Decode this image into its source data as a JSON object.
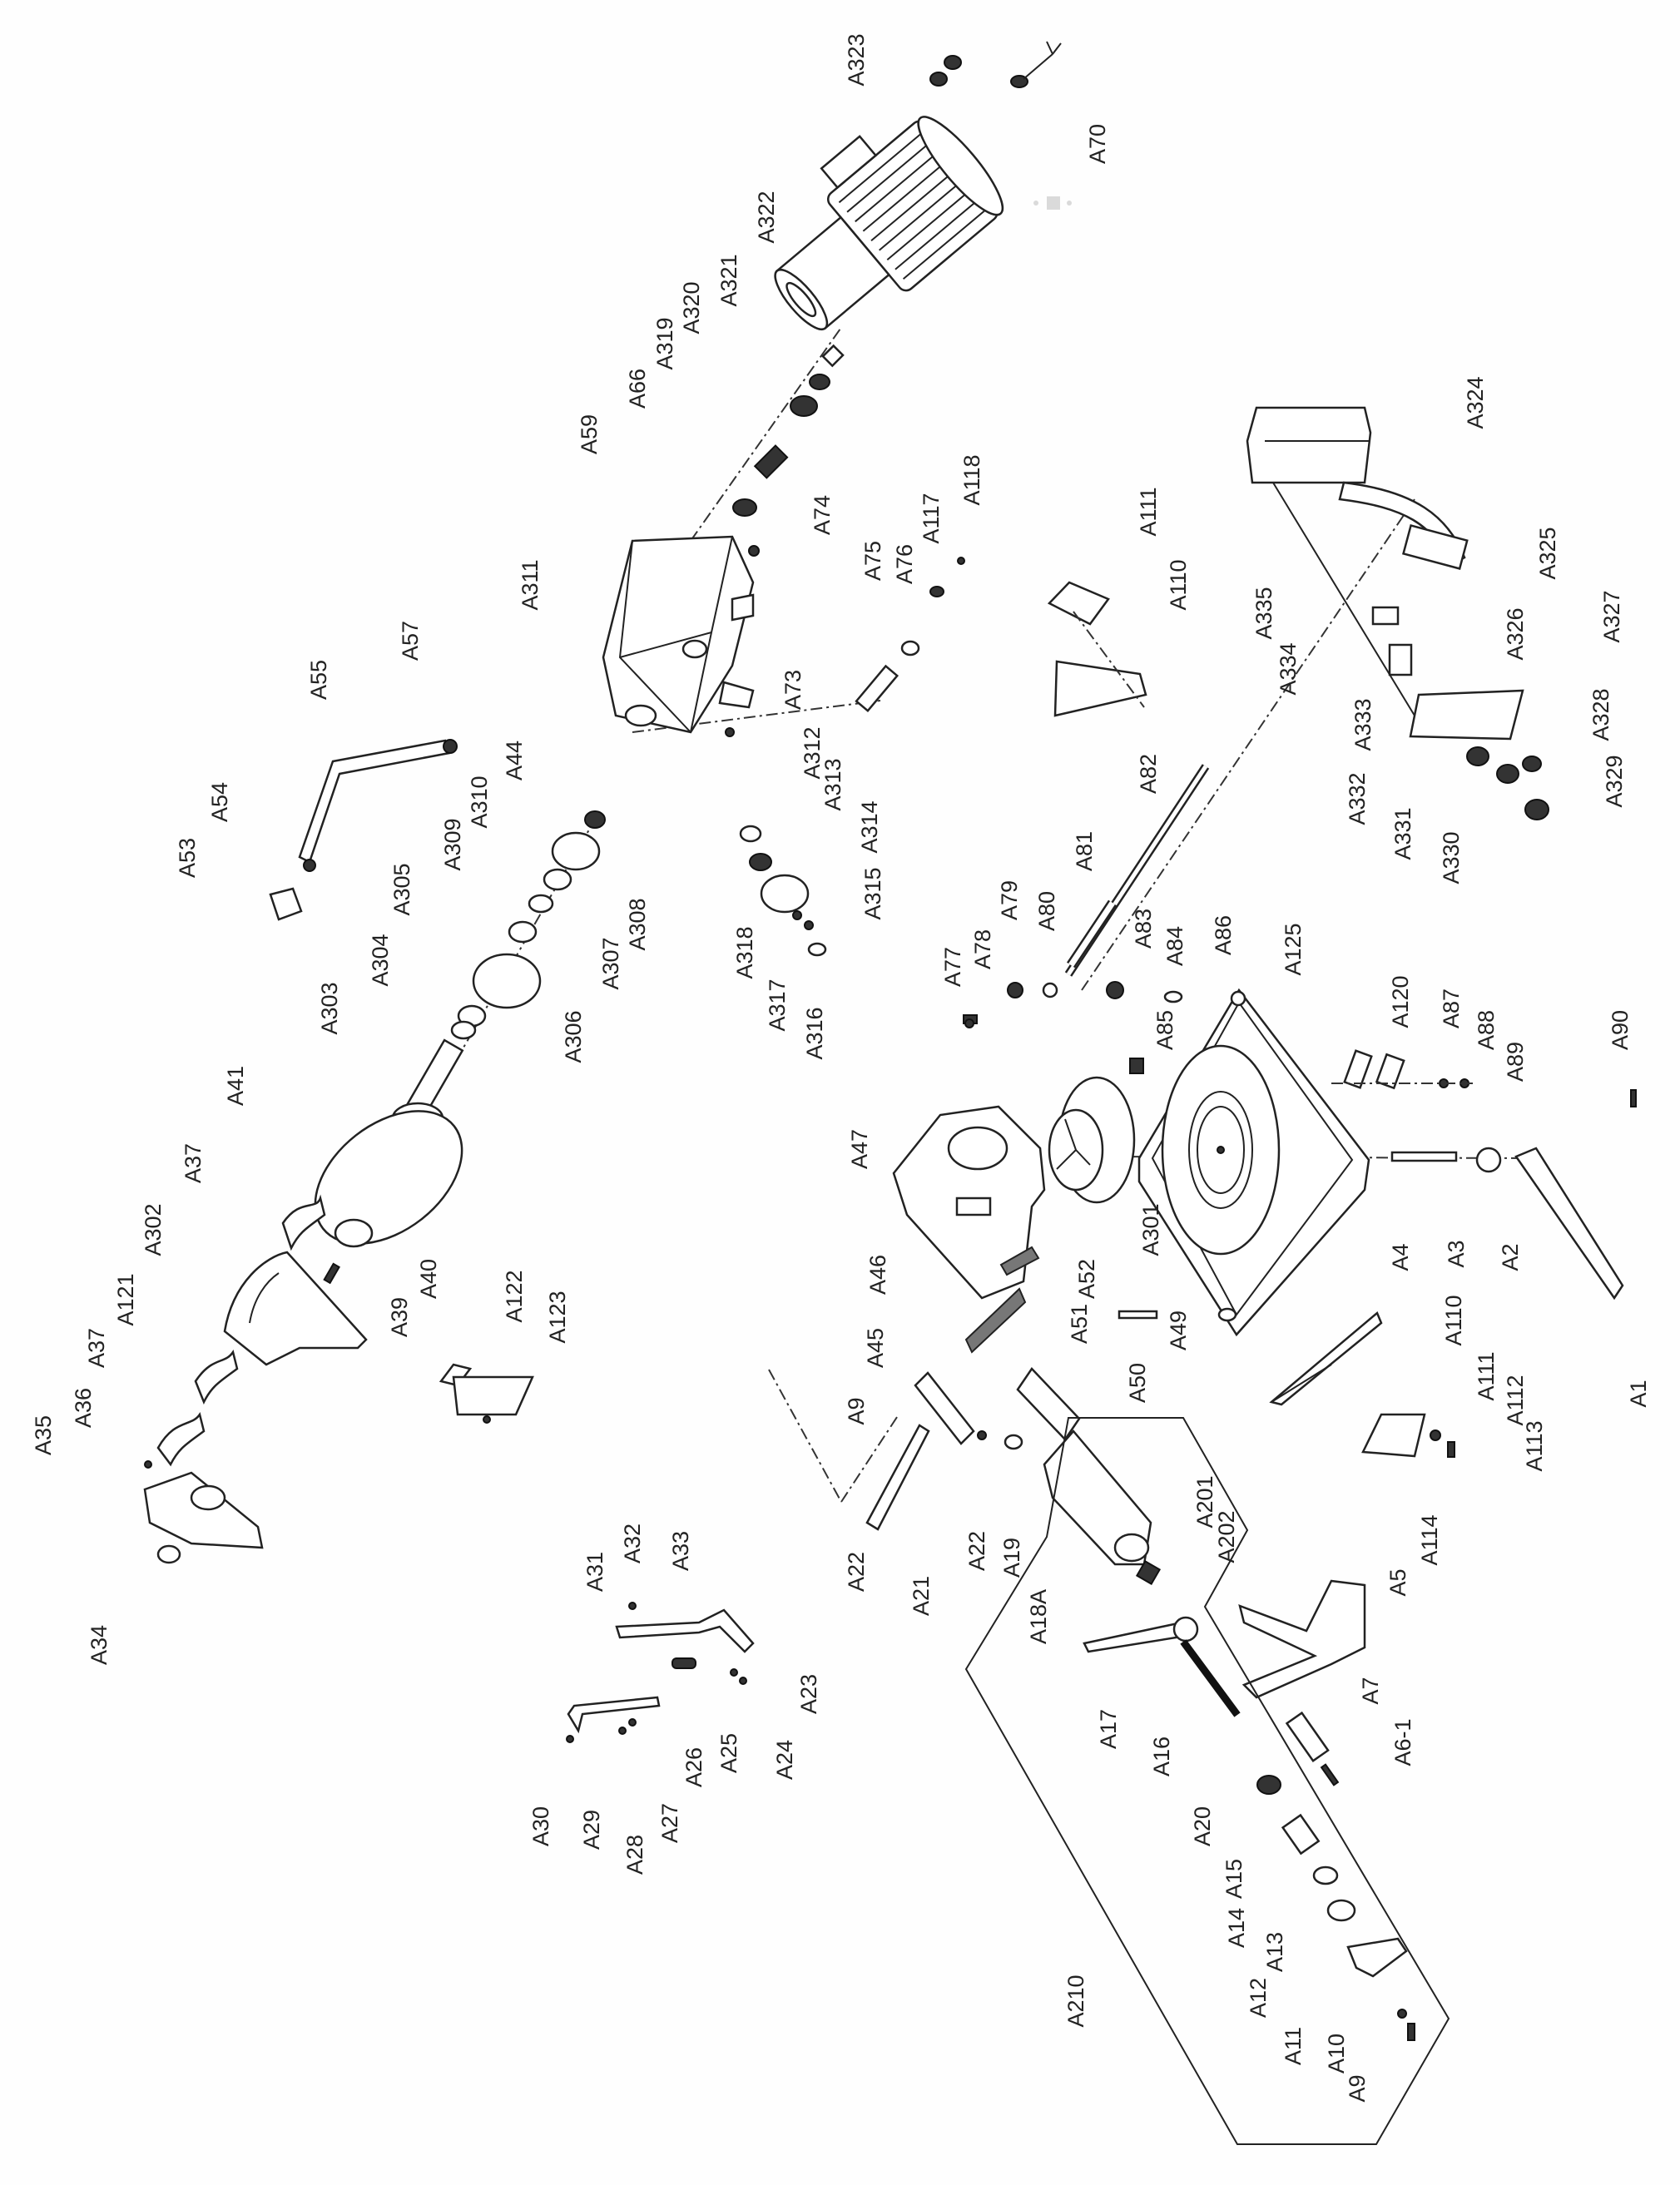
{
  "diagram": {
    "title": "",
    "labels": [
      "A322",
      "A321",
      "A320",
      "A319",
      "A66",
      "A59",
      "A74",
      "A311",
      "A73",
      "A57",
      "A55",
      "A54",
      "A53",
      "A44",
      "A310",
      "A309",
      "A305",
      "A304",
      "A303",
      "A308",
      "A307",
      "A306",
      "A312",
      "A313",
      "A318",
      "A317",
      "A316",
      "A41",
      "A323",
      "A70",
      "A324",
      "A118",
      "A117",
      "A75",
      "A76",
      "A111",
      "A110",
      "A335",
      "A334",
      "A325",
      "A326",
      "A327",
      "A333",
      "A328",
      "A332",
      "A331",
      "A329",
      "A330",
      "A82",
      "A81",
      "A314",
      "A315",
      "A79",
      "A80",
      "A77",
      "A78",
      "A83",
      "A84",
      "A86",
      "A125",
      "A85",
      "A120",
      "A87",
      "A88",
      "A89",
      "A90",
      "A37",
      "A302",
      "A121",
      "A37",
      "A36",
      "A35",
      "A34",
      "A40",
      "A39",
      "A122",
      "A123",
      "A31",
      "A32",
      "A33",
      "A23",
      "A24",
      "A25",
      "A26",
      "A27",
      "A28",
      "A29",
      "A30",
      "A47",
      "A301",
      "A4",
      "A3",
      "A2",
      "A46",
      "A52",
      "A49",
      "A51",
      "A110",
      "A1",
      "A45",
      "A50",
      "A9",
      "A111",
      "A112",
      "A113",
      "A22",
      "A21",
      "A22",
      "A19",
      "A201",
      "A202",
      "A114",
      "A18A",
      "A5",
      "A17",
      "A16",
      "A7",
      "A6-1",
      "A20",
      "A15",
      "A14",
      "A13",
      "A210",
      "A12",
      "A11",
      "A10",
      "A9"
    ]
  }
}
